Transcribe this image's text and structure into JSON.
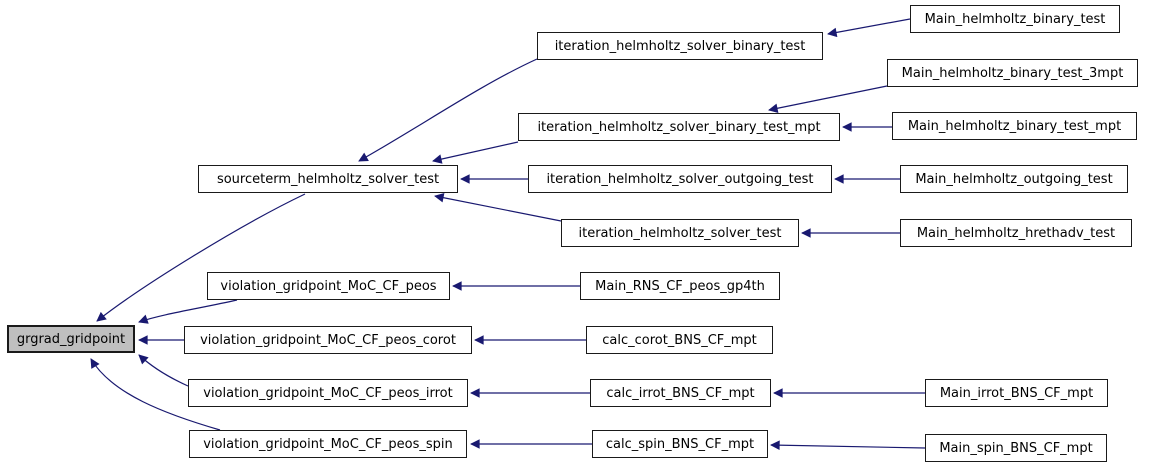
{
  "diagram": {
    "type": "call-graph",
    "colors": {
      "background": "#ffffff",
      "edge": "#191970",
      "node_border": "#1a1a1a",
      "node_fill": "#ffffff",
      "highlight_fill": "#bfbfbf",
      "text": "#000000"
    },
    "nodes": [
      {
        "id": "grgrad_gridpoint",
        "label": "grgrad_gridpoint",
        "highlighted": true
      },
      {
        "id": "sourceterm_helmholtz_solver_test",
        "label": "sourceterm_helmholtz_solver_test",
        "highlighted": false
      },
      {
        "id": "iteration_helmholtz_solver_binary_test",
        "label": "iteration_helmholtz_solver_binary_test",
        "highlighted": false
      },
      {
        "id": "iteration_helmholtz_solver_binary_test_mpt",
        "label": "iteration_helmholtz_solver_binary_test_mpt",
        "highlighted": false
      },
      {
        "id": "iteration_helmholtz_solver_outgoing_test",
        "label": "iteration_helmholtz_solver_outgoing_test",
        "highlighted": false
      },
      {
        "id": "iteration_helmholtz_solver_test",
        "label": "iteration_helmholtz_solver_test",
        "highlighted": false
      },
      {
        "id": "violation_gridpoint_MoC_CF_peos",
        "label": "violation_gridpoint_MoC_CF_peos",
        "highlighted": false
      },
      {
        "id": "violation_gridpoint_MoC_CF_peos_corot",
        "label": "violation_gridpoint_MoC_CF_peos_corot",
        "highlighted": false
      },
      {
        "id": "violation_gridpoint_MoC_CF_peos_irrot",
        "label": "violation_gridpoint_MoC_CF_peos_irrot",
        "highlighted": false
      },
      {
        "id": "violation_gridpoint_MoC_CF_peos_spin",
        "label": "violation_gridpoint_MoC_CF_peos_spin",
        "highlighted": false
      },
      {
        "id": "Main_helmholtz_binary_test",
        "label": "Main_helmholtz_binary_test",
        "highlighted": false
      },
      {
        "id": "Main_helmholtz_binary_test_3mpt",
        "label": "Main_helmholtz_binary_test_3mpt",
        "highlighted": false
      },
      {
        "id": "Main_helmholtz_binary_test_mpt",
        "label": "Main_helmholtz_binary_test_mpt",
        "highlighted": false
      },
      {
        "id": "Main_helmholtz_outgoing_test",
        "label": "Main_helmholtz_outgoing_test",
        "highlighted": false
      },
      {
        "id": "Main_helmholtz_hrethadv_test",
        "label": "Main_helmholtz_hrethadv_test",
        "highlighted": false
      },
      {
        "id": "Main_RNS_CF_peos_gp4th",
        "label": "Main_RNS_CF_peos_gp4th",
        "highlighted": false
      },
      {
        "id": "calc_corot_BNS_CF_mpt",
        "label": "calc_corot_BNS_CF_mpt",
        "highlighted": false
      },
      {
        "id": "calc_irrot_BNS_CF_mpt",
        "label": "calc_irrot_BNS_CF_mpt",
        "highlighted": false
      },
      {
        "id": "calc_spin_BNS_CF_mpt",
        "label": "calc_spin_BNS_CF_mpt",
        "highlighted": false
      },
      {
        "id": "Main_irrot_BNS_CF_mpt",
        "label": "Main_irrot_BNS_CF_mpt",
        "highlighted": false
      },
      {
        "id": "Main_spin_BNS_CF_mpt",
        "label": "Main_spin_BNS_CF_mpt",
        "highlighted": false
      }
    ],
    "edges": [
      {
        "from": "sourceterm_helmholtz_solver_test",
        "to": "grgrad_gridpoint"
      },
      {
        "from": "violation_gridpoint_MoC_CF_peos",
        "to": "grgrad_gridpoint"
      },
      {
        "from": "violation_gridpoint_MoC_CF_peos_corot",
        "to": "grgrad_gridpoint"
      },
      {
        "from": "violation_gridpoint_MoC_CF_peos_irrot",
        "to": "grgrad_gridpoint"
      },
      {
        "from": "violation_gridpoint_MoC_CF_peos_spin",
        "to": "grgrad_gridpoint"
      },
      {
        "from": "iteration_helmholtz_solver_binary_test",
        "to": "sourceterm_helmholtz_solver_test"
      },
      {
        "from": "iteration_helmholtz_solver_binary_test_mpt",
        "to": "sourceterm_helmholtz_solver_test"
      },
      {
        "from": "iteration_helmholtz_solver_outgoing_test",
        "to": "sourceterm_helmholtz_solver_test"
      },
      {
        "from": "iteration_helmholtz_solver_test",
        "to": "sourceterm_helmholtz_solver_test"
      },
      {
        "from": "Main_helmholtz_binary_test",
        "to": "iteration_helmholtz_solver_binary_test"
      },
      {
        "from": "Main_helmholtz_binary_test_3mpt",
        "to": "iteration_helmholtz_solver_binary_test_mpt"
      },
      {
        "from": "Main_helmholtz_binary_test_mpt",
        "to": "iteration_helmholtz_solver_binary_test_mpt"
      },
      {
        "from": "Main_helmholtz_outgoing_test",
        "to": "iteration_helmholtz_solver_outgoing_test"
      },
      {
        "from": "Main_helmholtz_hrethadv_test",
        "to": "iteration_helmholtz_solver_test"
      },
      {
        "from": "Main_RNS_CF_peos_gp4th",
        "to": "violation_gridpoint_MoC_CF_peos"
      },
      {
        "from": "calc_corot_BNS_CF_mpt",
        "to": "violation_gridpoint_MoC_CF_peos_corot"
      },
      {
        "from": "calc_irrot_BNS_CF_mpt",
        "to": "violation_gridpoint_MoC_CF_peos_irrot"
      },
      {
        "from": "calc_spin_BNS_CF_mpt",
        "to": "violation_gridpoint_MoC_CF_peos_spin"
      },
      {
        "from": "Main_irrot_BNS_CF_mpt",
        "to": "calc_irrot_BNS_CF_mpt"
      },
      {
        "from": "Main_spin_BNS_CF_mpt",
        "to": "calc_spin_BNS_CF_mpt"
      }
    ]
  }
}
